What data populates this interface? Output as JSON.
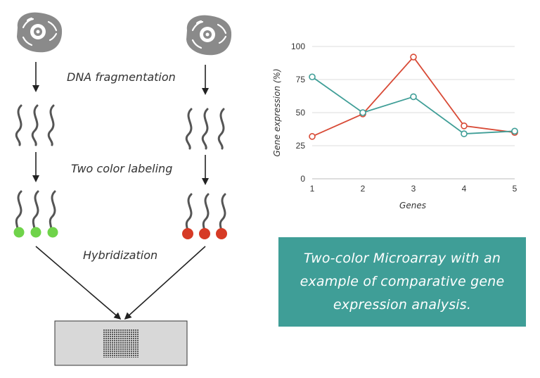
{
  "diagram": {
    "step_labels": {
      "fragmentation": "DNA fragmentation",
      "labeling": "Two color labeling",
      "hybridization": "Hybridization"
    },
    "colors": {
      "cell": "#8a8a8a",
      "strand": "#555555",
      "green_label": "#6fd34a",
      "red_label": "#d63a25",
      "slide": "#d8d8d8",
      "spots": "#555555"
    }
  },
  "caption": {
    "line1": "Two-color Microarray with an",
    "line2": "example of comparative gene",
    "line3": "expression analysis.",
    "background": "#3f9e97"
  },
  "chart_data": {
    "type": "line",
    "xlabel": "Genes",
    "ylabel": "Gene expression (%)",
    "x": [
      1,
      2,
      3,
      4,
      5
    ],
    "xlim": [
      1,
      5
    ],
    "ylim": [
      0,
      100
    ],
    "yticks": [
      0,
      25,
      50,
      75,
      100
    ],
    "grid": true,
    "marker": "open-circle",
    "series": [
      {
        "color": "#d84a36",
        "values": [
          32,
          49,
          92,
          40,
          35
        ]
      },
      {
        "color": "#3f9e97",
        "values": [
          77,
          50,
          62,
          34,
          36
        ]
      }
    ]
  }
}
